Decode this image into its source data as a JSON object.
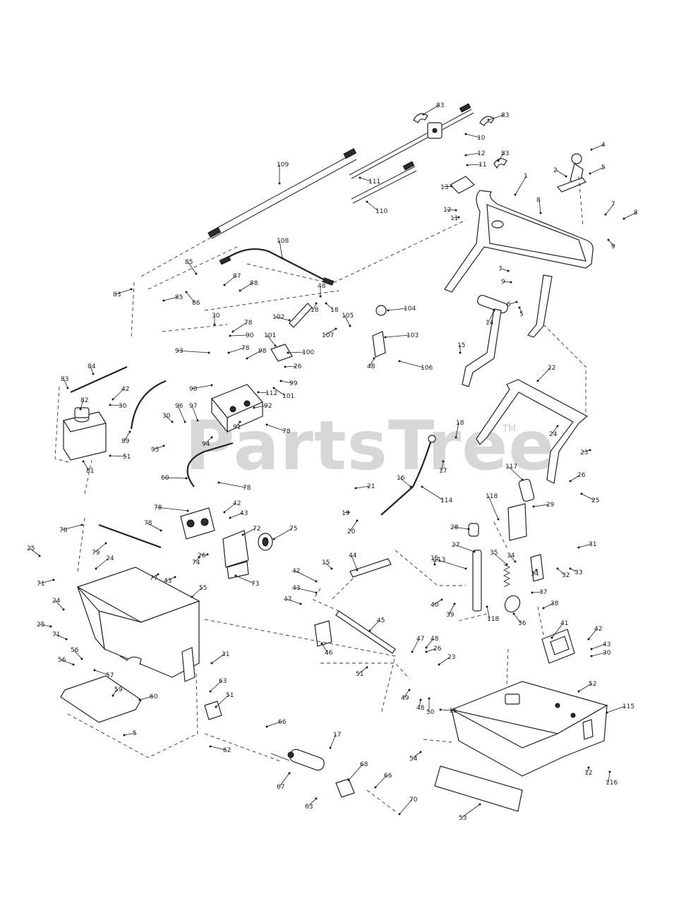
{
  "watermark": {
    "text": "PartsTree",
    "trademark": "TM"
  },
  "parts": [
    {
      "id": "p1",
      "label": "1"
    },
    {
      "id": "p2",
      "label": "2"
    },
    {
      "id": "p4",
      "label": "4"
    },
    {
      "id": "p5",
      "label": "5"
    },
    {
      "id": "p5b",
      "label": "5"
    },
    {
      "id": "p5c",
      "label": "5"
    },
    {
      "id": "p6",
      "label": "6"
    },
    {
      "id": "p7",
      "label": "7"
    },
    {
      "id": "p7b",
      "label": "7"
    },
    {
      "id": "p8",
      "label": "8"
    },
    {
      "id": "p8b",
      "label": "8"
    },
    {
      "id": "p9",
      "label": "9"
    },
    {
      "id": "p9b",
      "label": "9"
    },
    {
      "id": "p10",
      "label": "10"
    },
    {
      "id": "p11",
      "label": "11"
    },
    {
      "id": "p11b",
      "label": "11"
    },
    {
      "id": "p12",
      "label": "12"
    },
    {
      "id": "p12b",
      "label": "12"
    },
    {
      "id": "p12c",
      "label": "12"
    },
    {
      "id": "p13",
      "label": "13"
    },
    {
      "id": "p14",
      "label": "14"
    },
    {
      "id": "p15",
      "label": "15"
    },
    {
      "id": "p15b",
      "label": "15"
    },
    {
      "id": "p15c",
      "label": "15"
    },
    {
      "id": "p15d",
      "label": "15"
    },
    {
      "id": "p16",
      "label": "16"
    },
    {
      "id": "p17",
      "label": "17"
    },
    {
      "id": "p17b",
      "label": "17"
    },
    {
      "id": "p18",
      "label": "18"
    },
    {
      "id": "p18b",
      "label": "18"
    },
    {
      "id": "p18c",
      "label": "18"
    },
    {
      "id": "p19",
      "label": "19"
    },
    {
      "id": "p20",
      "label": "20"
    },
    {
      "id": "p21",
      "label": "21"
    },
    {
      "id": "p22",
      "label": "22"
    },
    {
      "id": "p23",
      "label": "23"
    },
    {
      "id": "p23b",
      "label": "23"
    },
    {
      "id": "p24",
      "label": "24"
    },
    {
      "id": "p24b",
      "label": "24"
    },
    {
      "id": "p24c",
      "label": "24"
    },
    {
      "id": "p25",
      "label": "25"
    },
    {
      "id": "p25b",
      "label": "25"
    },
    {
      "id": "p25c",
      "label": "25"
    },
    {
      "id": "p26",
      "label": "26"
    },
    {
      "id": "p26b",
      "label": "26"
    },
    {
      "id": "p26c",
      "label": "26"
    },
    {
      "id": "p26d",
      "label": "26"
    },
    {
      "id": "p27",
      "label": "27"
    },
    {
      "id": "p28",
      "label": "28"
    },
    {
      "id": "p29",
      "label": "29"
    },
    {
      "id": "p30",
      "label": "30"
    },
    {
      "id": "p30b",
      "label": "30"
    },
    {
      "id": "p30c",
      "label": "30"
    },
    {
      "id": "p30d",
      "label": "30"
    },
    {
      "id": "p31",
      "label": "31"
    },
    {
      "id": "p31b",
      "label": "31"
    },
    {
      "id": "p32",
      "label": "32"
    },
    {
      "id": "p33",
      "label": "33"
    },
    {
      "id": "p34",
      "label": "34"
    },
    {
      "id": "p34b",
      "label": "34"
    },
    {
      "id": "p35",
      "label": "35"
    },
    {
      "id": "p36",
      "label": "36"
    },
    {
      "id": "p37",
      "label": "37"
    },
    {
      "id": "p38",
      "label": "38"
    },
    {
      "id": "p39",
      "label": "39"
    },
    {
      "id": "p40",
      "label": "40"
    },
    {
      "id": "p41",
      "label": "41"
    },
    {
      "id": "p42",
      "label": "42"
    },
    {
      "id": "p42b",
      "label": "42"
    },
    {
      "id": "p42c",
      "label": "42"
    },
    {
      "id": "p42d",
      "label": "42"
    },
    {
      "id": "p43",
      "label": "43"
    },
    {
      "id": "p43b",
      "label": "43"
    },
    {
      "id": "p43c",
      "label": "43"
    },
    {
      "id": "p43d",
      "label": "43"
    },
    {
      "id": "p44",
      "label": "44"
    },
    {
      "id": "p45",
      "label": "45"
    },
    {
      "id": "p46",
      "label": "46"
    },
    {
      "id": "p47",
      "label": "47"
    },
    {
      "id": "p47b",
      "label": "47"
    },
    {
      "id": "p48",
      "label": "48"
    },
    {
      "id": "p48b",
      "label": "48"
    },
    {
      "id": "p48c",
      "label": "48"
    },
    {
      "id": "p48d",
      "label": "48"
    },
    {
      "id": "p49",
      "label": "49"
    },
    {
      "id": "p50",
      "label": "50"
    },
    {
      "id": "p51",
      "label": "51"
    },
    {
      "id": "p51b",
      "label": "51"
    },
    {
      "id": "p51c",
      "label": "51"
    },
    {
      "id": "p52",
      "label": "52"
    },
    {
      "id": "p53",
      "label": "53"
    },
    {
      "id": "p54",
      "label": "54"
    },
    {
      "id": "p55",
      "label": "55"
    },
    {
      "id": "p56",
      "label": "56"
    },
    {
      "id": "p56b",
      "label": "56"
    },
    {
      "id": "p57",
      "label": "57"
    },
    {
      "id": "p59",
      "label": "59"
    },
    {
      "id": "p60",
      "label": "60"
    },
    {
      "id": "p60b",
      "label": "60"
    },
    {
      "id": "p62",
      "label": "62"
    },
    {
      "id": "p63",
      "label": "63"
    },
    {
      "id": "p63b",
      "label": "63"
    },
    {
      "id": "p66",
      "label": "66"
    },
    {
      "id": "p66b",
      "label": "66"
    },
    {
      "id": "p67",
      "label": "67"
    },
    {
      "id": "p68",
      "label": "68"
    },
    {
      "id": "p70",
      "label": "70"
    },
    {
      "id": "p71",
      "label": "71"
    },
    {
      "id": "p71b",
      "label": "71"
    },
    {
      "id": "p72",
      "label": "72"
    },
    {
      "id": "p73",
      "label": "73"
    },
    {
      "id": "p74",
      "label": "74"
    },
    {
      "id": "p75",
      "label": "75"
    },
    {
      "id": "p76",
      "label": "76"
    },
    {
      "id": "p77",
      "label": "77"
    },
    {
      "id": "p78",
      "label": "78"
    },
    {
      "id": "p78b",
      "label": "78"
    },
    {
      "id": "p78c",
      "label": "78"
    },
    {
      "id": "p78d",
      "label": "78"
    },
    {
      "id": "p78e",
      "label": "78"
    },
    {
      "id": "p78f",
      "label": "78"
    },
    {
      "id": "p79",
      "label": "79"
    },
    {
      "id": "p81",
      "label": "81"
    },
    {
      "id": "p82",
      "label": "82"
    },
    {
      "id": "p83",
      "label": "83"
    },
    {
      "id": "p83b",
      "label": "83"
    },
    {
      "id": "p83c",
      "label": "83"
    },
    {
      "id": "p83d",
      "label": "83"
    },
    {
      "id": "p83e",
      "label": "83"
    },
    {
      "id": "p84",
      "label": "84"
    },
    {
      "id": "p85",
      "label": "85"
    },
    {
      "id": "p85b",
      "label": "85"
    },
    {
      "id": "p86",
      "label": "86"
    },
    {
      "id": "p87",
      "label": "87"
    },
    {
      "id": "p88",
      "label": "88"
    },
    {
      "id": "p89",
      "label": "89"
    },
    {
      "id": "p90",
      "label": "90"
    },
    {
      "id": "p90b",
      "label": "90"
    },
    {
      "id": "p91",
      "label": "91"
    },
    {
      "id": "p92",
      "label": "92"
    },
    {
      "id": "p93",
      "label": "93"
    },
    {
      "id": "p94",
      "label": "94"
    },
    {
      "id": "p95",
      "label": "95"
    },
    {
      "id": "p96",
      "label": "96"
    },
    {
      "id": "p97",
      "label": "97"
    },
    {
      "id": "p98",
      "label": "98"
    },
    {
      "id": "p99",
      "label": "99"
    },
    {
      "id": "p100",
      "label": "100"
    },
    {
      "id": "p101",
      "label": "101"
    },
    {
      "id": "p101b",
      "label": "101"
    },
    {
      "id": "p102",
      "label": "102"
    },
    {
      "id": "p103",
      "label": "103"
    },
    {
      "id": "p104",
      "label": "104"
    },
    {
      "id": "p105",
      "label": "105"
    },
    {
      "id": "p106",
      "label": "106"
    },
    {
      "id": "p107",
      "label": "107"
    },
    {
      "id": "p108",
      "label": "108"
    },
    {
      "id": "p109",
      "label": "109"
    },
    {
      "id": "p110",
      "label": "110"
    },
    {
      "id": "p111",
      "label": "111"
    },
    {
      "id": "p112",
      "label": "112"
    },
    {
      "id": "p113",
      "label": "113"
    },
    {
      "id": "p114",
      "label": "114"
    },
    {
      "id": "p115",
      "label": "115"
    },
    {
      "id": "p116",
      "label": "116"
    },
    {
      "id": "p117",
      "label": "117"
    },
    {
      "id": "p118",
      "label": "118"
    },
    {
      "id": "p118b",
      "label": "118"
    }
  ]
}
